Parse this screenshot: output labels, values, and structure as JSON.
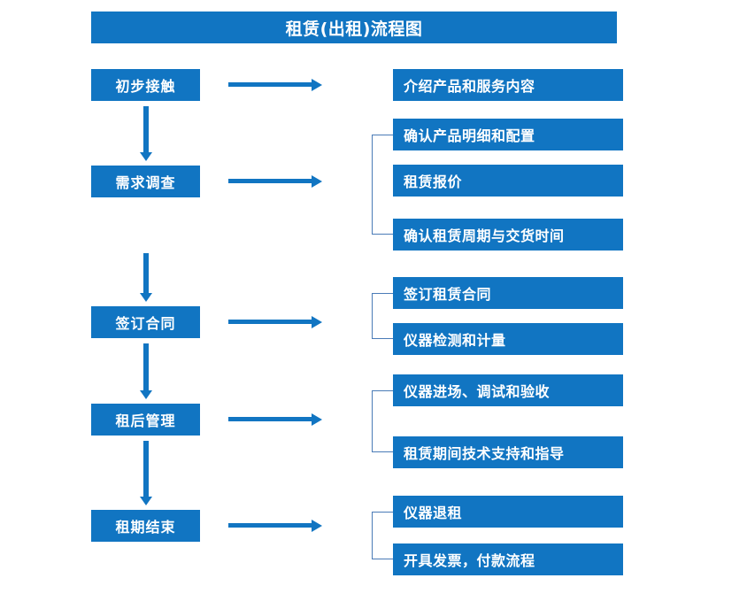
{
  "diagram": {
    "title": "租赁(出租)流程图",
    "colors": {
      "box_fill": "#1175C2",
      "box_text": "#FFFFFF",
      "arrow": "#1175C2",
      "bracket": "#4A7BB7",
      "background": "#FFFFFF"
    },
    "stages": [
      {
        "label": "初步接触"
      },
      {
        "label": "需求调查"
      },
      {
        "label": "签订合同"
      },
      {
        "label": "租后管理"
      },
      {
        "label": "租期结束"
      }
    ],
    "details": [
      {
        "label": "介绍产品和服务内容"
      },
      {
        "label": "确认产品明细和配置"
      },
      {
        "label": "租赁报价"
      },
      {
        "label": "确认租赁周期与交货时间"
      },
      {
        "label": "签订租赁合同"
      },
      {
        "label": "仪器检测和计量"
      },
      {
        "label": "仪器进场、调试和验收"
      },
      {
        "label": "租赁期间技术支持和指导"
      },
      {
        "label": "仪器退租"
      },
      {
        "label": "开具发票，付款流程"
      }
    ]
  }
}
